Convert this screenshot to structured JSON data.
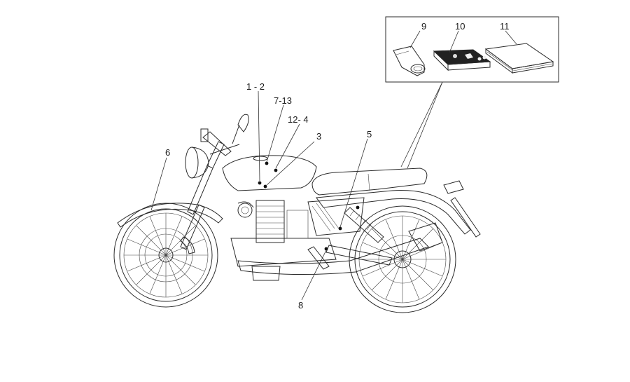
{
  "callouts": {
    "c1": "1 - 2",
    "c2": "7-13",
    "c3": "12- 4",
    "c4": "3",
    "c5": "5",
    "c6": "6",
    "c7": "8",
    "c8": "9",
    "c9": "10",
    "c10": "11"
  }
}
